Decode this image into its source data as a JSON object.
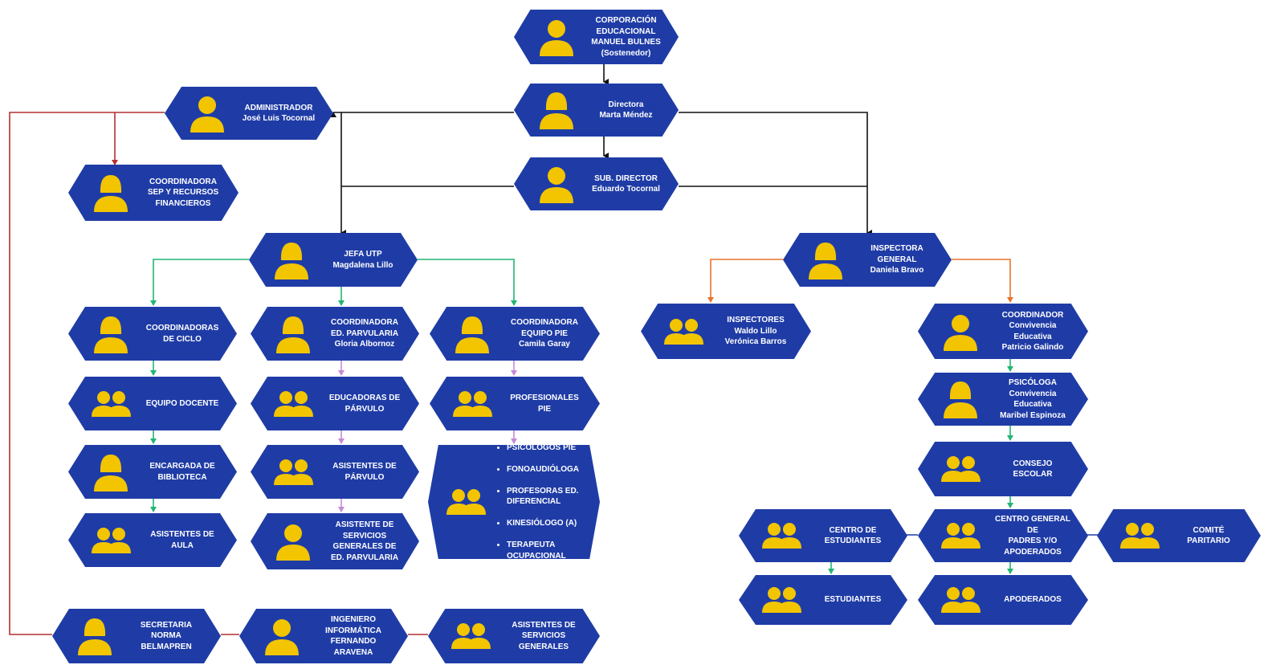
{
  "colors": {
    "node": "#1f3ca6",
    "icon": "#f2c500",
    "black": "#111111",
    "red": "#b33030",
    "green": "#22b573",
    "orange": "#e8742a",
    "pink": "#c48ad6"
  },
  "nodes": {
    "corporacion": {
      "icon": "person-icon",
      "lines": [
        "CORPORACIÓN",
        "EDUCACIONAL",
        "MANUEL BULNES",
        "(Sostenedor)"
      ]
    },
    "directora": {
      "icon": "woman-icon",
      "lines": [
        "Directora",
        "Marta Méndez"
      ]
    },
    "administrador": {
      "icon": "person-icon",
      "lines": [
        "ADMINISTRADOR",
        "José Luis Tocornal"
      ]
    },
    "subdirector": {
      "icon": "person-icon",
      "lines": [
        "SUB. DIRECTOR",
        "Eduardo Tocornal"
      ]
    },
    "coord_sep": {
      "icon": "woman-icon",
      "lines": [
        "COORDINADORA",
        "SEP Y RECURSOS",
        "FINANCIEROS"
      ]
    },
    "jefa_utp": {
      "icon": "woman-icon",
      "lines": [
        "JEFA UTP",
        "Magdalena Lillo"
      ]
    },
    "inspectora": {
      "icon": "woman-icon",
      "lines": [
        "INSPECTORA GENERAL",
        "Daniela Bravo"
      ]
    },
    "coord_ciclo": {
      "icon": "woman-icon",
      "lines": [
        "COORDINADORAS",
        "DE CICLO"
      ]
    },
    "coord_parvularia": {
      "icon": "woman-icon",
      "lines": [
        "COORDINADORA",
        "ED. PARVULARIA",
        "Gloria Albornoz"
      ]
    },
    "coord_pie": {
      "icon": "woman-icon",
      "lines": [
        "COORDINADORA",
        "EQUIPO PIE",
        "Camila Garay"
      ]
    },
    "inspectores": {
      "icon": "group-icon",
      "lines": [
        "INSPECTORES",
        "Waldo Lillo",
        "Verónica Barros"
      ]
    },
    "coord_convivencia": {
      "icon": "person-icon",
      "lines": [
        "COORDINADOR",
        "Convivencia Educativa",
        "Patricio Galindo"
      ]
    },
    "equipo_docente": {
      "icon": "group-icon",
      "lines": [
        "EQUIPO DOCENTE"
      ]
    },
    "educadoras": {
      "icon": "group-icon",
      "lines": [
        "EDUCADORAS DE",
        "PÁRVULO"
      ]
    },
    "profesionales_pie": {
      "icon": "group-icon",
      "lines": [
        "PROFESIONALES PIE"
      ]
    },
    "psicologa": {
      "icon": "woman-icon",
      "lines": [
        "PSICÓLOGA",
        "Convivencia Educativa",
        "Maribel Espinoza"
      ]
    },
    "encargada_biblioteca": {
      "icon": "woman-icon",
      "lines": [
        "ENCARGADA DE",
        "BIBLIOTECA"
      ]
    },
    "asistentes_parvulo": {
      "icon": "group-icon",
      "lines": [
        "ASISTENTES DE",
        "PÁRVULO"
      ]
    },
    "pie_lista": {
      "icon": "group-icon",
      "items": [
        "PSICÓLOGOS PIE",
        "FONOAUDIÓLOGA",
        "PROFESORAS ED. DIFERENCIAL",
        "KINESIÓLOGO (A)",
        "TERAPEUTA OCUPACIONAL"
      ]
    },
    "consejo_escolar": {
      "icon": "group-icon",
      "lines": [
        "CONSEJO ESCOLAR"
      ]
    },
    "asistentes_aula": {
      "icon": "group-icon",
      "lines": [
        "ASISTENTES DE",
        "AULA"
      ]
    },
    "asistente_servicios_parv": {
      "icon": "person-icon",
      "lines": [
        "ASISTENTE DE",
        "SERVICIOS",
        "GENERALES DE",
        "ED. PARVULARIA"
      ]
    },
    "centro_estudiantes": {
      "icon": "group-icon",
      "lines": [
        "CENTRO DE",
        "ESTUDIANTES"
      ]
    },
    "centro_padres": {
      "icon": "group-icon",
      "lines": [
        "CENTRO GENERAL DE",
        "PADRES Y/O",
        "APODERADOS"
      ]
    },
    "comite_paritario": {
      "icon": "group-icon",
      "lines": [
        "COMITÉ PARITARIO"
      ]
    },
    "estudiantes": {
      "icon": "group-icon",
      "lines": [
        "ESTUDIANTES"
      ]
    },
    "apoderados": {
      "icon": "group-icon",
      "lines": [
        "APODERADOS"
      ]
    },
    "secretaria": {
      "icon": "woman-icon",
      "lines": [
        "SECRETARIA",
        "NORMA",
        "BELMAPREN"
      ]
    },
    "ingeniero": {
      "icon": "person-icon",
      "lines": [
        "INGENIERO",
        "INFORMÁTICA",
        "FERNANDO",
        "ARAVENA"
      ]
    },
    "asistentes_servicios": {
      "icon": "group-icon",
      "lines": [
        "ASISTENTES DE",
        "SERVICIOS",
        "GENERALES"
      ]
    }
  }
}
